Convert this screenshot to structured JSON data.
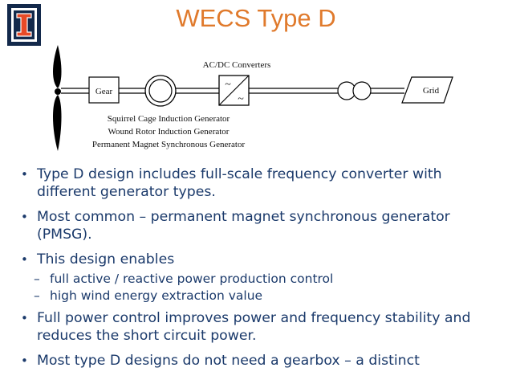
{
  "slide": {
    "title": "WECS Type D",
    "logo": {
      "letter": "I",
      "colors": {
        "navy": "#13294b",
        "orange": "#e84a27"
      }
    }
  },
  "diagram": {
    "converter_label": "AC/DC Converters",
    "gear_label": "Gear",
    "grid_label": "Grid",
    "generator_types": [
      "Squirrel Cage Induction Generator",
      "Wound Rotor Induction Generator",
      "Permanent Magnet Synchronous Generator"
    ],
    "converter_symbols": {
      "ac_top": "~",
      "ac_bottom": "~"
    }
  },
  "bullets": [
    {
      "text": "Type D design includes full-scale frequency converter with different generator types."
    },
    {
      "text": "Most common – permanent magnet synchronous generator (PMSG)."
    },
    {
      "text": "This  design enables",
      "sub": [
        "full active / reactive power production control",
        "high wind energy extraction value"
      ]
    },
    {
      "text": "Full power control improves power and frequency stability and reduces the short circuit power."
    },
    {
      "text": "Most type D designs do not need a gearbox – a distinct"
    }
  ],
  "glyphs": {
    "bullet": "•",
    "dash": "–"
  },
  "colors": {
    "title": "#e07a2c",
    "body_text": "#1b3a6b"
  }
}
